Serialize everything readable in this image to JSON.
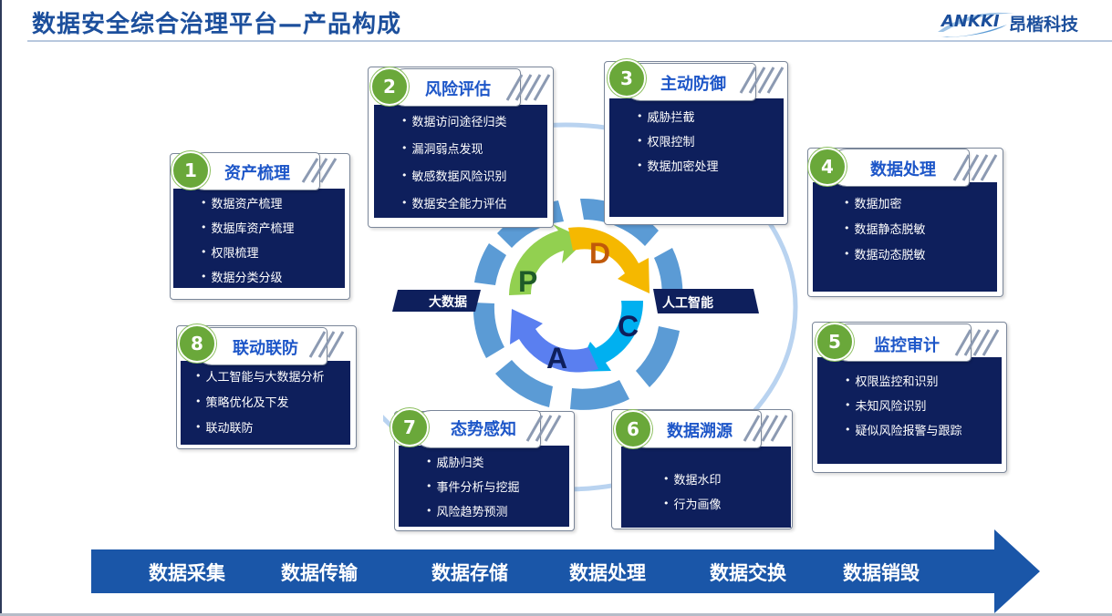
{
  "header": {
    "title": "数据安全综合治理平台—产品构成",
    "logo_en": "ANKKI",
    "logo_cn": "昂楷科技"
  },
  "center": {
    "letters": [
      "P",
      "D",
      "C",
      "A"
    ],
    "left_band": "大数据",
    "right_band": "人工智能"
  },
  "colors": {
    "card_body": "#0e1f5c",
    "tab_text": "#1d56c8",
    "badge": "#6aa83a",
    "arrow": "#1a56a8",
    "ring_outer": "#5b9bd5",
    "p_green": "#92d050",
    "d_orange": "#f5b800",
    "c_cyan": "#00b0f0",
    "a_blue": "#5a7ff0"
  },
  "modules": [
    {
      "number": "1",
      "title": "资产梳理",
      "items": [
        "数据资产梳理",
        "数据库资产梳理",
        "权限梳理",
        "数据分类分级"
      ]
    },
    {
      "number": "2",
      "title": "风险评估",
      "items": [
        "数据访问途径归类",
        "漏洞弱点发现",
        "敏感数据风险识别",
        "数据安全能力评估"
      ]
    },
    {
      "number": "3",
      "title": "主动防御",
      "items": [
        "威胁拦截",
        "权限控制",
        "数据加密处理"
      ]
    },
    {
      "number": "4",
      "title": "数据处理",
      "items": [
        "数据加密",
        "数据静态脱敏",
        "数据动态脱敏"
      ]
    },
    {
      "number": "5",
      "title": "监控审计",
      "items": [
        "权限监控和识别",
        "未知风险识别",
        "疑似风险报警与跟踪"
      ]
    },
    {
      "number": "6",
      "title": "数据溯源",
      "items": [
        "数据水印",
        "行为画像"
      ]
    },
    {
      "number": "7",
      "title": "态势感知",
      "items": [
        "威胁归类",
        "事件分析与挖掘",
        "风险趋势预测"
      ]
    },
    {
      "number": "8",
      "title": "联动联防",
      "items": [
        "人工智能与大数据分析",
        "策略优化及下发",
        "联动联防"
      ]
    }
  ],
  "lifecycle": [
    "数据采集",
    "数据传输",
    "数据存储",
    "数据处理",
    "数据交换",
    "数据销毁"
  ]
}
